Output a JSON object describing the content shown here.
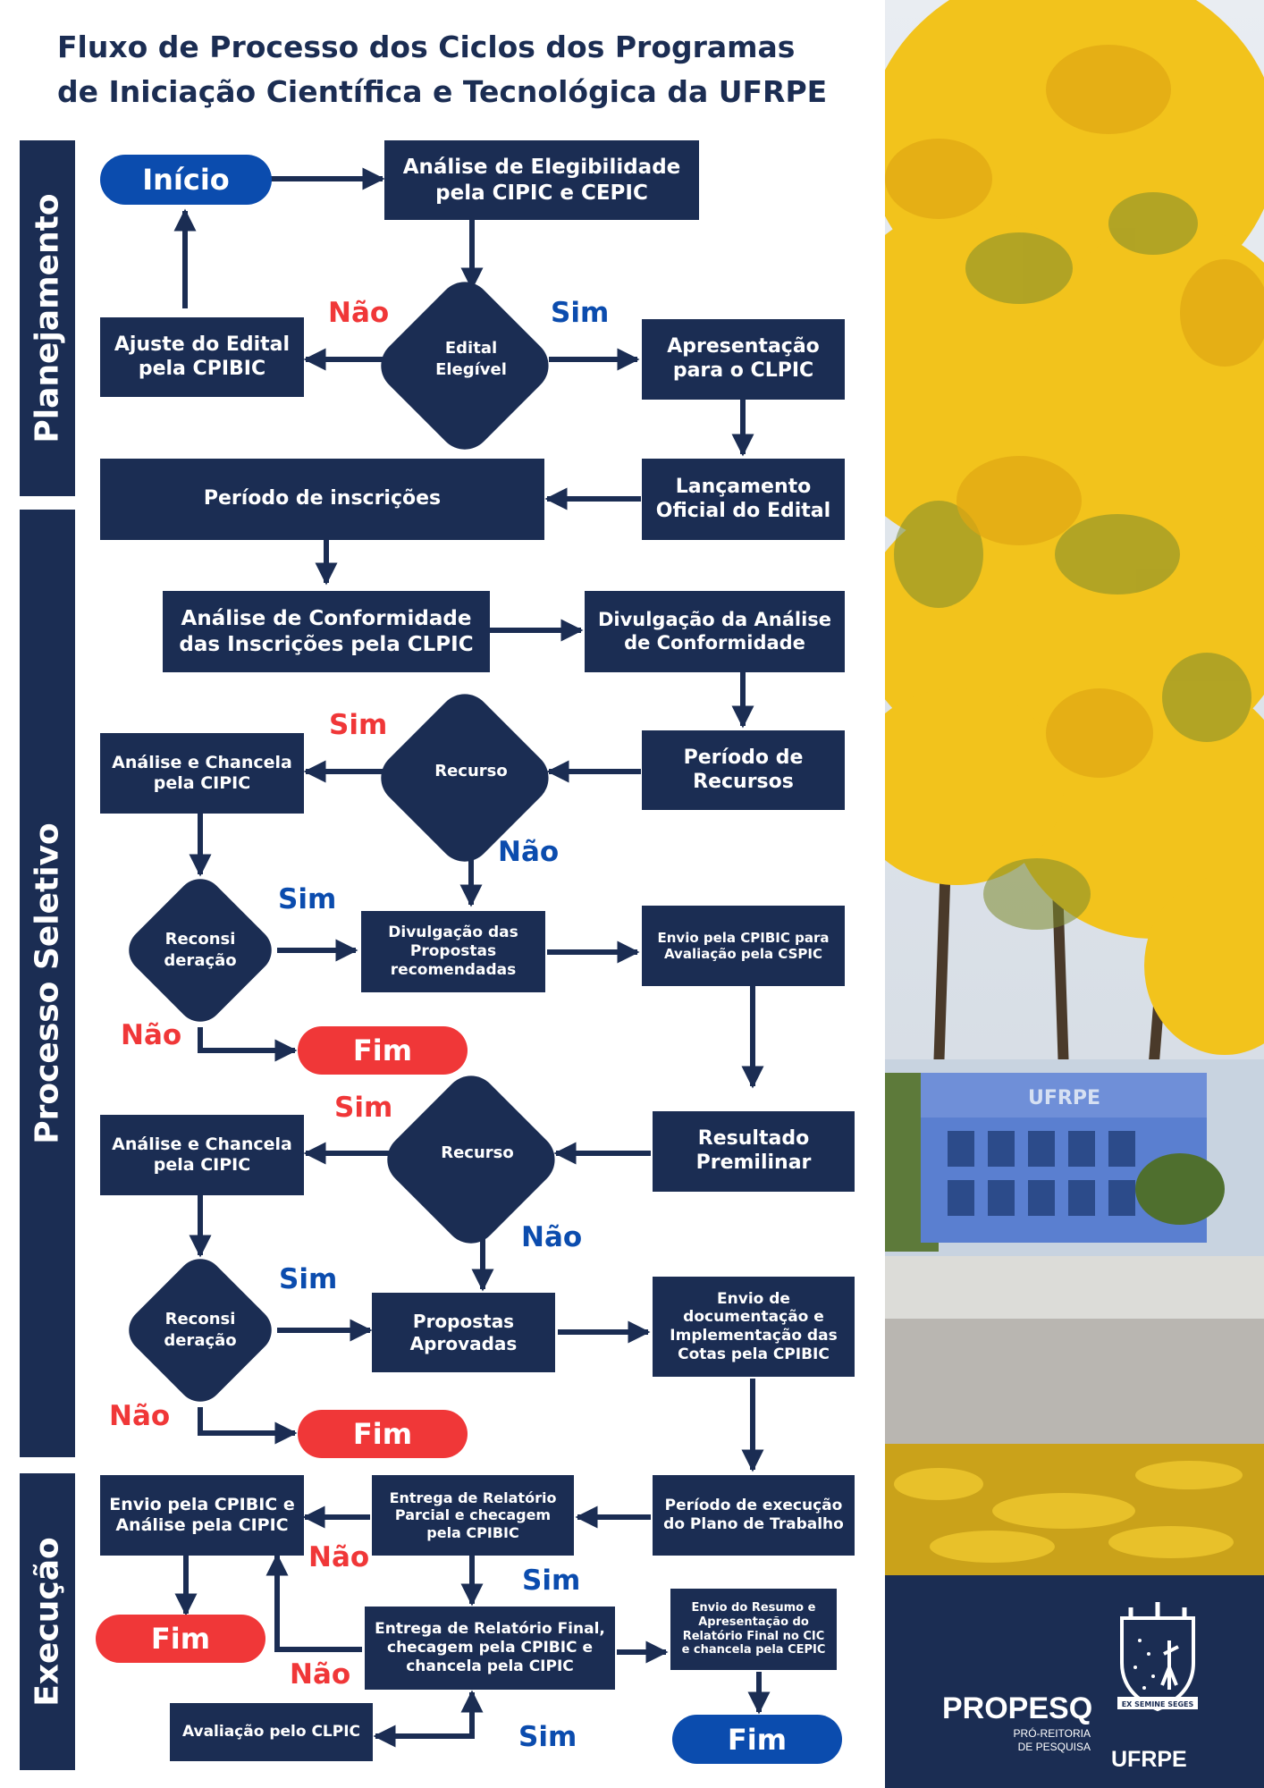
{
  "title": {
    "line1": "Fluxo de Processo dos Ciclos dos Programas",
    "line2": "de Iniciação Científica e Tecnológica da UFRPE"
  },
  "phases": {
    "planejamento": "Planejamento",
    "selecao": "Processo Seletivo",
    "execucao": "Execução"
  },
  "nodes": {
    "inicio": "Início",
    "analise_elegibilidade": "Análise de Elegibilidade\npela CIPIC e CEPIC",
    "edital_elegivel": "Edital\nElegível",
    "ajuste_edital": "Ajuste do Edital\npela CPIBIC",
    "apresentacao_clpic": "Apresentação\npara o CLPIC",
    "lancamento_edital": "Lançamento\nOficial do Edital",
    "periodo_inscricoes": "Período de inscrições",
    "analise_conformidade": "Análise de Conformidade\ndas Inscrições pela CLPIC",
    "divulgacao_conformidade": "Divulgação da Análise\nde Conformidade",
    "periodo_recursos": "Período de\nRecursos",
    "recurso_1": "Recurso",
    "analise_chancela_1": "Análise e Chancela\npela CIPIC",
    "reconsideracao_1": "Reconsi\nderação",
    "divulgacao_propostas": "Divulgação das\nPropostas\nrecomendadas",
    "envio_cspic": "Envio pela CPIBIC para\nAvaliação pela CSPIC",
    "fim_1": "Fim",
    "resultado_preliminar": "Resultado\nPremilinar",
    "recurso_2": "Recurso",
    "analise_chancela_2": "Análise e Chancela\npela CIPIC",
    "reconsideracao_2": "Reconsi\nderação",
    "propostas_aprovadas": "Propostas\nAprovadas",
    "envio_documentacao": "Envio de\ndocumentação e\nImplementação das\nCotas pela CPIBIC",
    "fim_2": "Fim",
    "periodo_execucao": "Período de execução\ndo Plano de Trabalho",
    "relatorio_parcial": "Entrega de Relatório\nParcial e checagem\npela CPIBIC",
    "envio_analise_cipic": "Envio pela CPIBIC e\nAnálise pela CIPIC",
    "fim_3": "Fim",
    "relatorio_final": "Entrega de Relatório Final,\nchecagem pela CPIBIC e\nchancela pela CIPIC",
    "envio_resumo": "Envio do Resumo e\nApresentação do\nRelatório Final no CIC\ne chancela pela CEPIC",
    "avaliacao_clpic": "Avaliação pelo CLPIC",
    "fim_4": "Fim"
  },
  "labels": {
    "sim": "Sim",
    "nao": "Não"
  },
  "branding": {
    "propesq": "PROPESQ",
    "propesq_sub_1": "PRÓ-REITORIA",
    "propesq_sub_2": "DE PESQUISA",
    "ufrpe": "UFRPE",
    "photo_sign": "UFRPE",
    "motto": "EX SEMINE SEGES"
  },
  "colors": {
    "navy": "#1b2d53",
    "blue": "#0b4cae",
    "red": "#f03738",
    "yellow": "#f2c31c"
  }
}
